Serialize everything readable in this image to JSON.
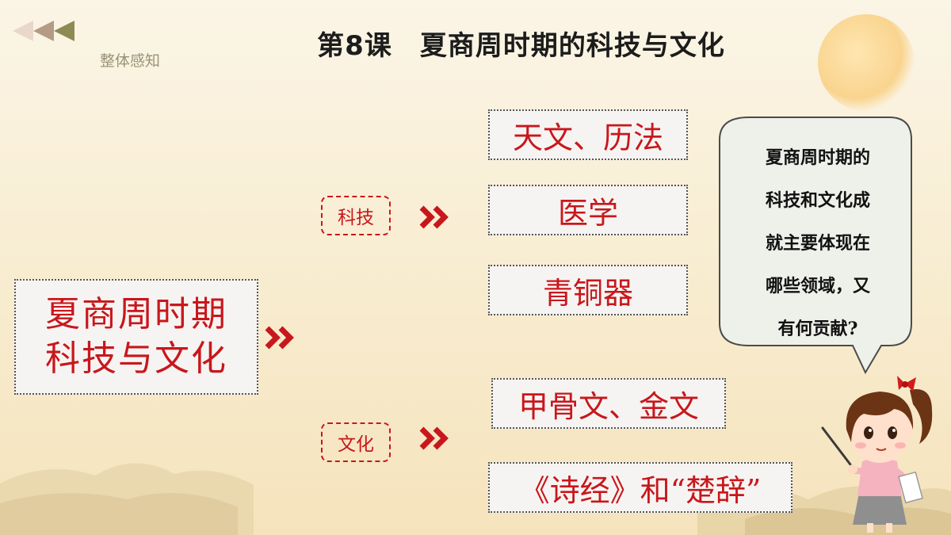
{
  "header": {
    "title": "第8课　夏商周时期的科技与文化",
    "section": "整体感知"
  },
  "mindmap": {
    "central": [
      "夏商周时期",
      "科技与文化"
    ],
    "branches": [
      {
        "label": "科技",
        "items": [
          "天文、历法",
          "医学",
          "青铜器"
        ]
      },
      {
        "label": "文化",
        "items": [
          "甲骨文、金文",
          "《诗经》和“楚辞”"
        ]
      }
    ]
  },
  "question": {
    "lines": [
      "夏商周时期的",
      "科技和文化成",
      "就主要体现在",
      "哪些领域，又",
      "有何贡献?"
    ]
  },
  "icons": {
    "nav": "back-triple-arrow-icon",
    "chevron": "double-chevron-right-icon",
    "character": "teacher-girl-with-pointer-icon"
  },
  "colors": {
    "accent": "#c8171c",
    "box_bg": "#f6f4f2",
    "title": "#1c1c1c"
  }
}
